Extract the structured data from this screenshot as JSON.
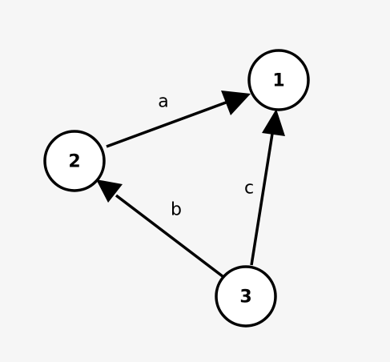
{
  "graph": {
    "nodes": [
      {
        "id": "n1",
        "label": "1"
      },
      {
        "id": "n2",
        "label": "2"
      },
      {
        "id": "n3",
        "label": "3"
      }
    ],
    "edges": [
      {
        "from": "n2",
        "to": "n1",
        "label": "a"
      },
      {
        "from": "n3",
        "to": "n2",
        "label": "b"
      },
      {
        "from": "n3",
        "to": "n1",
        "label": "c"
      }
    ],
    "colors": {
      "background": "#f6f6f6",
      "stroke": "#000000",
      "node_fill": "#ffffff"
    }
  }
}
